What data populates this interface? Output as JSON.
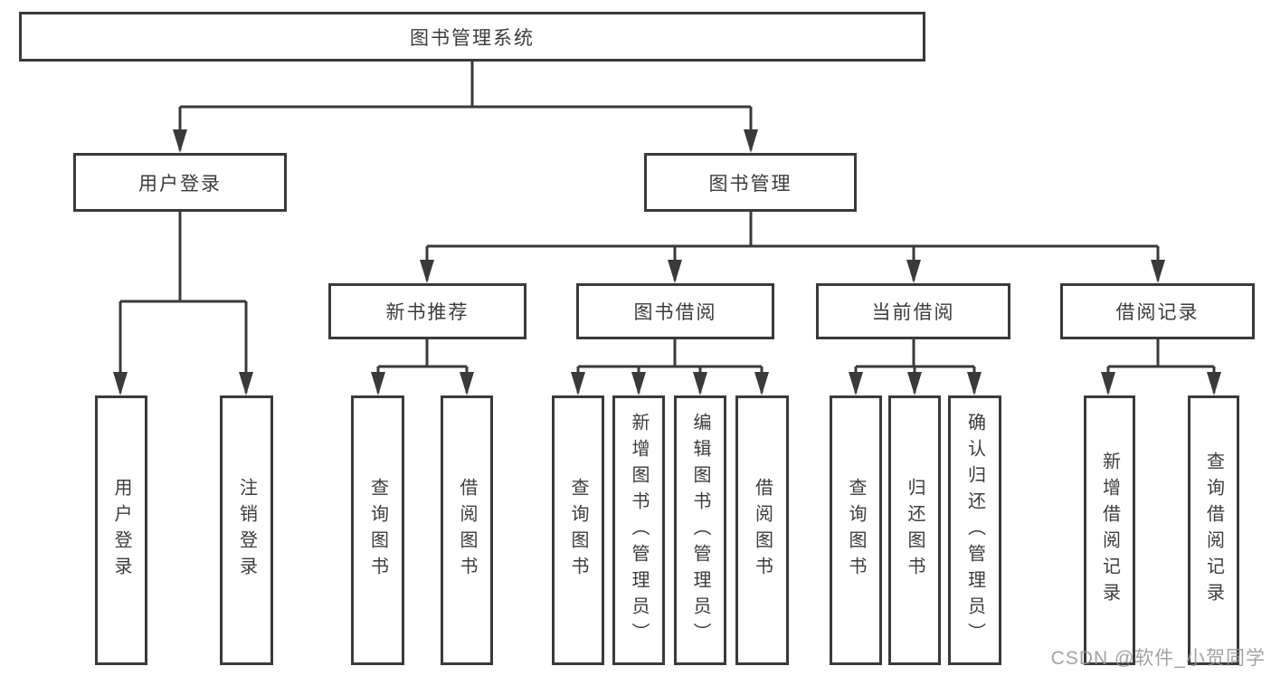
{
  "nodes": {
    "root": "图书管理系统",
    "user_login": "用户登录",
    "book_management": "图书管理",
    "new_book_recommend": "新书推荐",
    "book_borrowing": "图书借阅",
    "current_borrowing": "当前借阅",
    "borrowing_records": "借阅记录",
    "leaves": {
      "user_login": "用户登录",
      "logout": "注销登录",
      "query_book_recommend": "查询图书",
      "borrow_book_recommend": "借阅图书",
      "query_book_borrowing": "查询图书",
      "add_book_admin": "新增图书（管理员）",
      "edit_book_admin": "编辑图书（管理员）",
      "borrow_book_borrowing": "借阅图书",
      "query_book_current": "查询图书",
      "return_book": "归还图书",
      "confirm_return_admin": "确认归还（管理员）",
      "add_borrow_record": "新增借阅记录",
      "query_borrow_record": "查询借阅记录"
    }
  },
  "watermark": "CSDN @软件_小贺同学",
  "colors": {
    "line": "#3a3a3a",
    "text": "#3c3c3c",
    "watermark": "#969696",
    "background": "#ffffff"
  }
}
